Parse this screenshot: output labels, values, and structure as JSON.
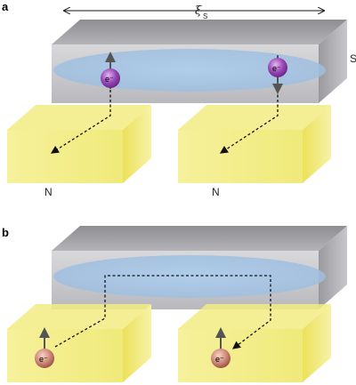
{
  "panels": [
    {
      "label": "a",
      "length_symbol": "ξ",
      "length_subscript": "S",
      "superconductor_label": "S",
      "normal_labels": [
        "N",
        "N"
      ],
      "electron_label": "e⁻",
      "electron_color": "#8c3fae",
      "spins": [
        "up",
        "down"
      ]
    },
    {
      "label": "b",
      "electron_label": "e⁻",
      "electron_color": "#c97b6b",
      "spins": [
        "up",
        "up"
      ]
    }
  ],
  "colors": {
    "superconductor": "#c9c9cc",
    "coherence_region": "#a9c7e6",
    "normal_metal": "#f3ee8d",
    "path": "#111111",
    "spin_arrow": "#555555"
  }
}
